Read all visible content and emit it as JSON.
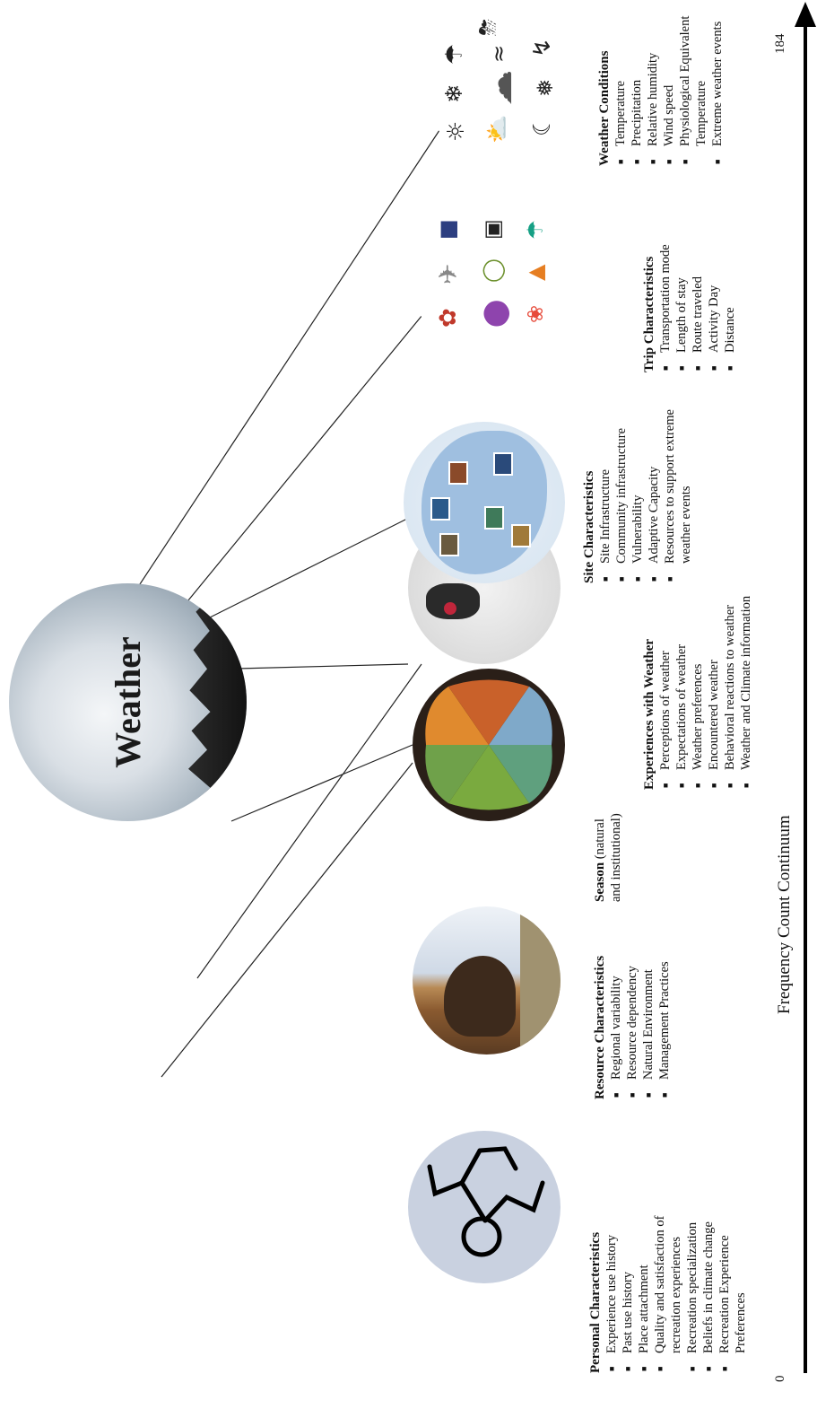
{
  "center": {
    "title": "Weather"
  },
  "categories": [
    {
      "heading": "Personal Characteristics",
      "note": "",
      "items": [
        "Experience use history",
        "Past use history",
        "Place attachment",
        "Quality and satisfaction of recreation experiences",
        "Recreation specialization",
        "Beliefs in climate change",
        "Recreation Experience Preferences"
      ]
    },
    {
      "heading": "Resource Characteristics",
      "note": "",
      "items": [
        "Regional variability",
        "Resource dependency",
        "Natural Environment",
        "Management Practices"
      ]
    },
    {
      "heading": "Season",
      "note": "(natural and institutional)",
      "items": []
    },
    {
      "heading": "Experiences with Weather",
      "note": "",
      "items": [
        "Perceptions of weather",
        "Expectations of weather",
        "Weather preferences",
        "Encountered weather",
        "Behavioral reactions to weather",
        "Weather and Climate information"
      ]
    },
    {
      "heading": "Site Characteristics",
      "note": "",
      "items": [
        "Site Infrastructure",
        "Community infrastructure",
        "Vulnerability",
        "Adaptive Capacity",
        "Resources to support extreme weather events"
      ]
    },
    {
      "heading": "Trip Characteristics",
      "note": "",
      "items": [
        "Transportation mode",
        "Length of stay",
        "Route traveled",
        "Activity Day",
        "Distance"
      ]
    },
    {
      "heading": "Weather Conditions",
      "note": "",
      "items": [
        "Temperature",
        "Precipitation",
        "Relative humidity",
        "Wind speed",
        "Physiological Equivalent Temperature",
        "Extreme weather events"
      ]
    }
  ],
  "axis": {
    "label": "Frequency Count Continuum",
    "min": "0",
    "max": "184"
  },
  "icons": {
    "trip": [
      "compass-icon",
      "airplane-icon",
      "passport-icon",
      "hot-air-balloon-icon",
      "sunglasses-icon",
      "suitcase-icon",
      "flower-icon",
      "ship-icon",
      "umbrella-icon"
    ],
    "weather": [
      "sun-icon",
      "snowflake-icon",
      "cloud-rain-icon",
      "thunderstorm-icon",
      "sun-cloud-icon",
      "wind-icon",
      "moon-icon",
      "cloud-icon",
      "sleet-icon",
      "lightning-icon"
    ]
  }
}
